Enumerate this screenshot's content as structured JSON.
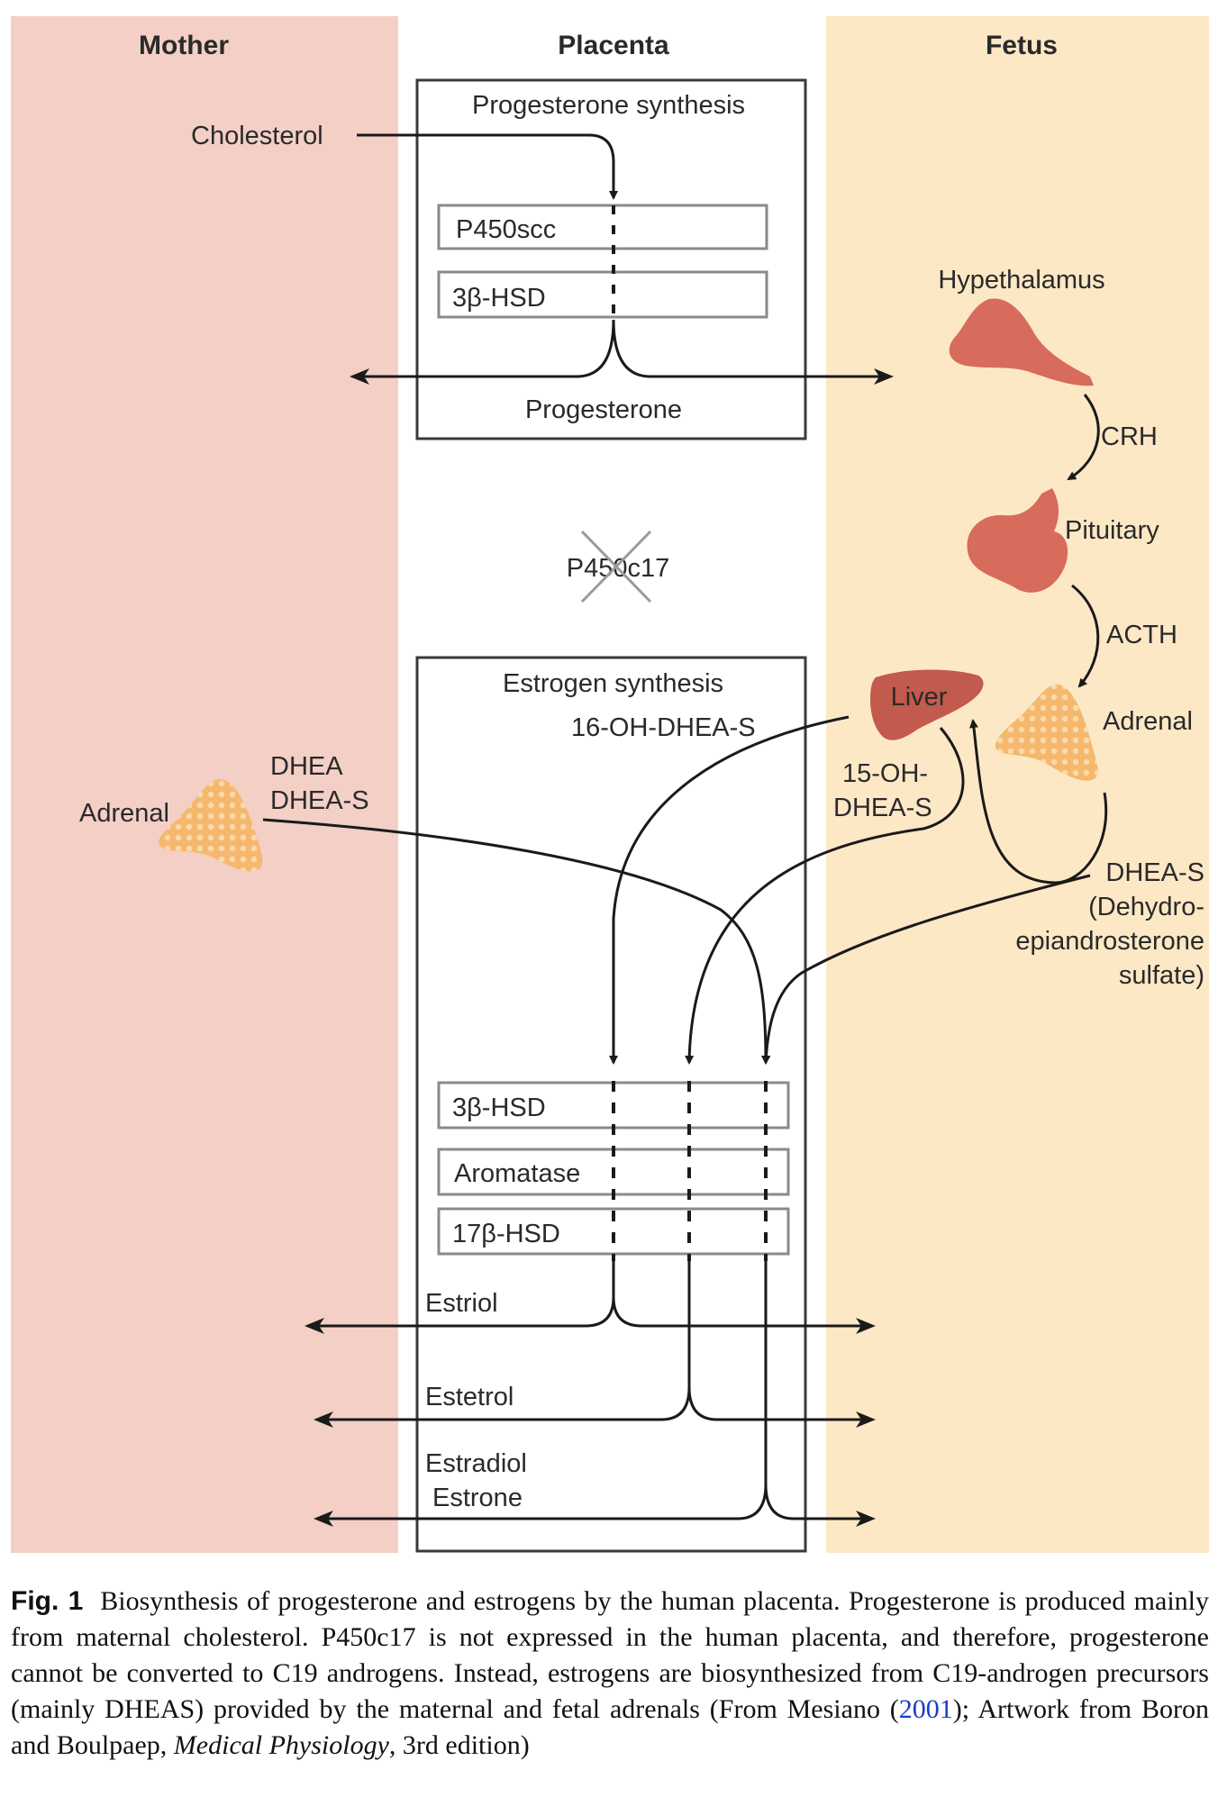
{
  "columns": {
    "mother": "Mother",
    "placenta": "Placenta",
    "fetus": "Fetus"
  },
  "progesterone_box": {
    "title": "Progesterone synthesis",
    "enzymes": [
      "P450scc",
      "3β-HSD"
    ],
    "product": "Progesterone"
  },
  "mother": {
    "cholesterol": "Cholesterol",
    "adrenal": "Adrenal",
    "dhea": "DHEA",
    "dhea_s": "DHEA-S"
  },
  "blocked_enzyme": "P450c17",
  "estrogen_box": {
    "title": "Estrogen synthesis",
    "precursor": "16-OH-DHEA-S",
    "enzymes": [
      "3β-HSD",
      "Aromatase",
      "17β-HSD"
    ],
    "products": [
      "Estriol",
      "Estetrol",
      "Estradiol",
      "Estrone"
    ]
  },
  "fetus": {
    "hypothalamus": "Hypethalamus",
    "crh": "CRH",
    "pituitary": "Pituitary",
    "acth": "ACTH",
    "liver": "Liver",
    "adrenal": "Adrenal",
    "oh15_line1": "15-OH-",
    "oh15_line2": "DHEA-S",
    "dheas_lines": [
      "DHEA-S",
      "(Dehydro-",
      "epiandrosterone",
      "sulfate)"
    ]
  },
  "colors": {
    "mother_bg": "#f3cfc6",
    "fetus_bg": "#fde8c6",
    "organ_red": "#d76b5c",
    "adrenal_orange": "#f5b86e",
    "liver": "#c25a4e"
  },
  "caption": {
    "label": "Fig. 1",
    "text_1": "Biosynthesis of progesterone and estrogens by the human placenta. Progesterone is produced mainly from maternal cholesterol. P450c17 is not expressed in the human placenta, and therefore, progesterone cannot be converted to C19 androgens. Instead, estrogens are biosynthesized from C19-androgen precursors (mainly DHEAS) provided by the maternal and fetal adrenals (From Mesiano (",
    "ref_year": "2001",
    "text_2": "); Artwork from Boron and Boulpaep, ",
    "book_title": "Medical Physiology",
    "text_3": ", 3rd edition)"
  }
}
